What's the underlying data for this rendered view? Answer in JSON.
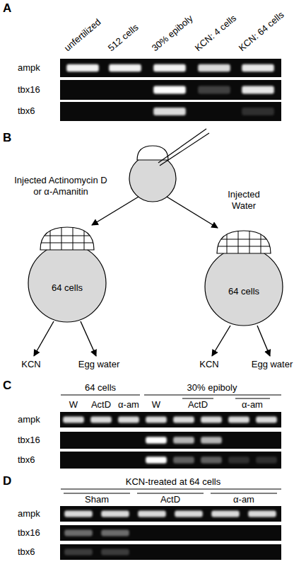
{
  "diagram": {
    "nodes": [
      {
        "text": [
          "Injected Actinomycin D or α-Amanitin",
          "64 cells"
        ]
      },
      {
        "text": [
          "Injected Water",
          "64 cells"
        ]
      }
    ],
    "labels": [
      "A",
      "unfertilized",
      "512 cells",
      "30% epiboly",
      "KCN: 4 cells",
      "KCN: 64 cells",
      "ampk",
      "tbx16",
      "tbx6",
      "B",
      "KCN",
      "Egg water",
      "KCN",
      "Egg water",
      "C",
      "64 cells",
      "30% epiboly",
      "W",
      "ActD",
      "α-am",
      "W",
      "ActD",
      "α-am",
      "ampk",
      "tbx16",
      "tbx6",
      "D",
      "KCN-treated at 64 cells",
      "Sham",
      "ActD",
      "α-am",
      "ampk",
      "tbx16",
      "tbx6"
    ]
  }
}
